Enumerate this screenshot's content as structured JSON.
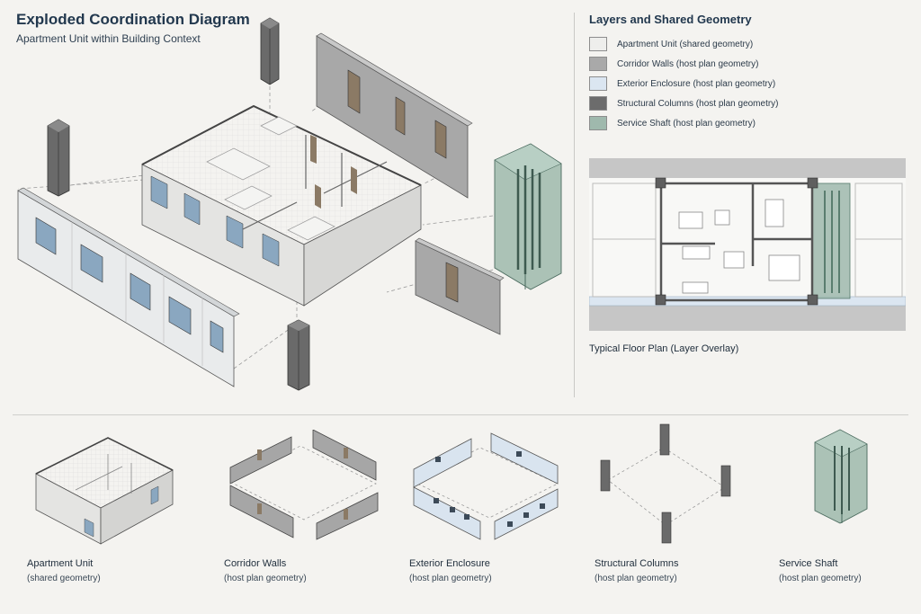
{
  "header": {
    "title": "Exploded Coordination Diagram",
    "subtitle": "Apartment Unit within Building Context"
  },
  "legend": {
    "title": "Layers and Shared Geometry",
    "items": [
      {
        "label": "Apartment Unit (shared geometry)",
        "color": "#eeeeec"
      },
      {
        "label": "Corridor Walls (host plan geometry)",
        "color": "#a9a9a9"
      },
      {
        "label": "Exterior Enclosure (host plan geometry)",
        "color": "#dbe6f1"
      },
      {
        "label": "Structural Columns (host plan geometry)",
        "color": "#6c6c6c"
      },
      {
        "label": "Service Shaft (host plan geometry)",
        "color": "#9fb9ad"
      }
    ]
  },
  "plan": {
    "caption": "Typical Floor Plan (Layer Overlay)"
  },
  "components": [
    {
      "title": "Apartment Unit",
      "sub": "(shared geometry)"
    },
    {
      "title": "Corridor Walls",
      "sub": "(host plan geometry)"
    },
    {
      "title": "Exterior Enclosure",
      "sub": "(host plan geometry)"
    },
    {
      "title": "Structural Columns",
      "sub": "(host plan geometry)"
    },
    {
      "title": "Service Shaft",
      "sub": "(host plan geometry)"
    }
  ]
}
